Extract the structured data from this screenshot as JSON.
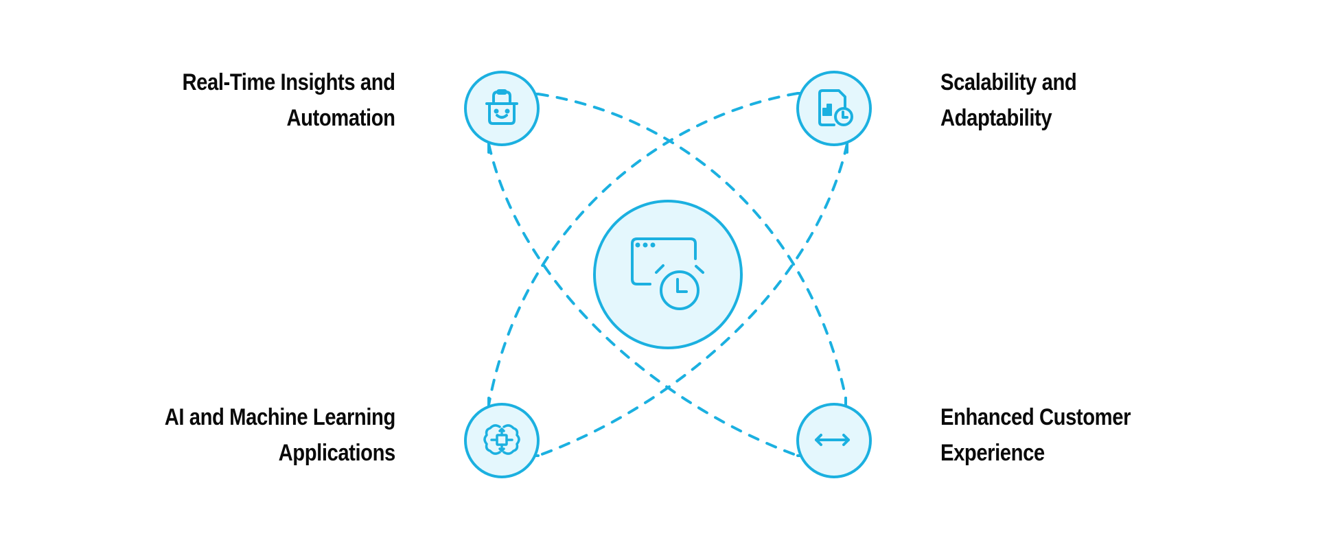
{
  "diagram": {
    "center": {
      "icon": "browser-window-clock-icon"
    },
    "nodes": [
      {
        "id": "tl",
        "icon": "smiling-basket-icon",
        "label_lines": [
          "Real-Time Insights and",
          "Automation"
        ]
      },
      {
        "id": "tr",
        "icon": "document-chart-clock-icon",
        "label_lines": [
          "Scalability and",
          "Adaptability"
        ]
      },
      {
        "id": "bl",
        "icon": "brain-chip-icon",
        "label_lines": [
          "AI and Machine Learning",
          "Applications"
        ]
      },
      {
        "id": "br",
        "icon": "double-arrow-horizontal-icon",
        "label_lines": [
          "Enhanced Customer",
          "Experience"
        ]
      }
    ],
    "colors": {
      "stroke": "#1bb0e0",
      "fill": "#e4f7fd",
      "text": "#0a0a0a",
      "background": "#ffffff"
    }
  }
}
